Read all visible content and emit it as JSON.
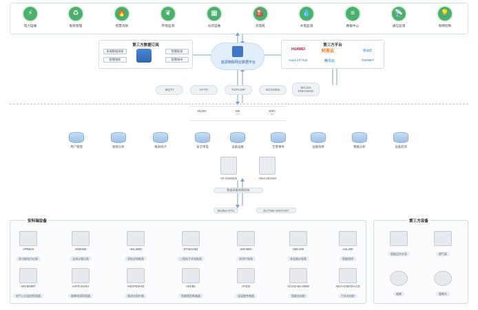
{
  "apps": [
    {
      "label": "电力运维",
      "icon": "lightning-icon",
      "glyph": "⚡"
    },
    {
      "label": "能耗管理",
      "icon": "recycle-icon",
      "glyph": "♻"
    },
    {
      "label": "智慧消防",
      "icon": "fire-shield-icon",
      "glyph": "🔥"
    },
    {
      "label": "环境监测",
      "icon": "leaf-icon",
      "glyph": "❦"
    },
    {
      "label": "光伏运维",
      "icon": "solar-panel-icon",
      "glyph": "▦"
    },
    {
      "label": "充电桩",
      "icon": "charger-icon",
      "glyph": "⛽"
    },
    {
      "label": "水电监测",
      "icon": "water-drop-icon",
      "glyph": "💧"
    },
    {
      "label": "数据中心",
      "icon": "database-icon",
      "glyph": "≡"
    },
    {
      "label": "通信监测",
      "icon": "signal-tower-icon",
      "glyph": "📡"
    },
    {
      "label": "照明控制",
      "icon": "bulb-icon",
      "glyph": "💡"
    }
  ],
  "third_party_sub": {
    "title": "第三方数据订阅",
    "left_items": [
      "多端数据接收",
      "智慧物联"
    ],
    "right_items": [
      "智慧能源",
      "智慧城市"
    ]
  },
  "platform": {
    "name": "能源物联网云数据平台"
  },
  "third_party_platform": {
    "title": "第三方平台",
    "vendors": [
      "HUAWEI",
      "阿里云",
      "Azure IoT Hub",
      "腾讯云",
      "OneNET",
      "移动云"
    ]
  },
  "protocols": [
    "MQTT",
    "HTTP",
    "TCP/UDP",
    "IEC61850",
    "IEC104"
  ],
  "protocol_extra": "ENHANCE",
  "networks": [
    "4G/5G",
    "NB",
    "WiFi"
  ],
  "modules": [
    "用户管理",
    "能耗分析",
    "报表统计",
    "安全用电",
    "设备运维",
    "告警事件",
    "运维保养",
    "数据分析",
    "设备监测"
  ],
  "gateways": [
    {
      "model": "AF-GSM400",
      "name": "AF-GSM400"
    },
    {
      "model": "ANet-2E4SM",
      "name": "ANet-2E4SM"
    }
  ],
  "gateway_caption": "数据采集转换网关",
  "bus_left": "Modbus-RTU",
  "bus_right": "DL/T645-1997/2007",
  "acrel_group": {
    "title": "安科瑞设备",
    "row1": [
      {
        "model": "APM520",
        "name": "多功能电力仪表"
      },
      {
        "model": "ADW300",
        "name": "无线计量仪表"
      },
      {
        "model": "ADL3000",
        "name": "导轨式电能表"
      },
      {
        "model": "DTSD1352",
        "name": "三相电子式电能表"
      },
      {
        "model": "ADF400L",
        "name": "多用户电表"
      },
      {
        "model": "AMC200",
        "name": "多回路计量表"
      },
      {
        "model": "ASL200",
        "name": "智能照明"
      }
    ],
    "row2": [
      {
        "model": "ARCM300T",
        "name": "电气火灾监控探测器"
      },
      {
        "model": "AAFD-40-DU",
        "name": "故障电弧探测器"
      },
      {
        "model": "ASCP200-63",
        "name": "限流式保护器"
      },
      {
        "model": "ASCB1",
        "name": "智能微型断路器"
      },
      {
        "model": "AT203",
        "name": "温湿度传感器"
      },
      {
        "model": "ACX10-63-100W",
        "name": "智能充电桩"
      },
      {
        "model": "AEV-AC007D-LCD",
        "name": "汽车充电桩"
      }
    ]
  },
  "third_party_devices": {
    "title": "第三方设备",
    "items": [
      {
        "name": "智能远传水表"
      },
      {
        "name": "燃气表"
      },
      {
        "name": "烟感"
      },
      {
        "name": "摄像头"
      }
    ]
  }
}
